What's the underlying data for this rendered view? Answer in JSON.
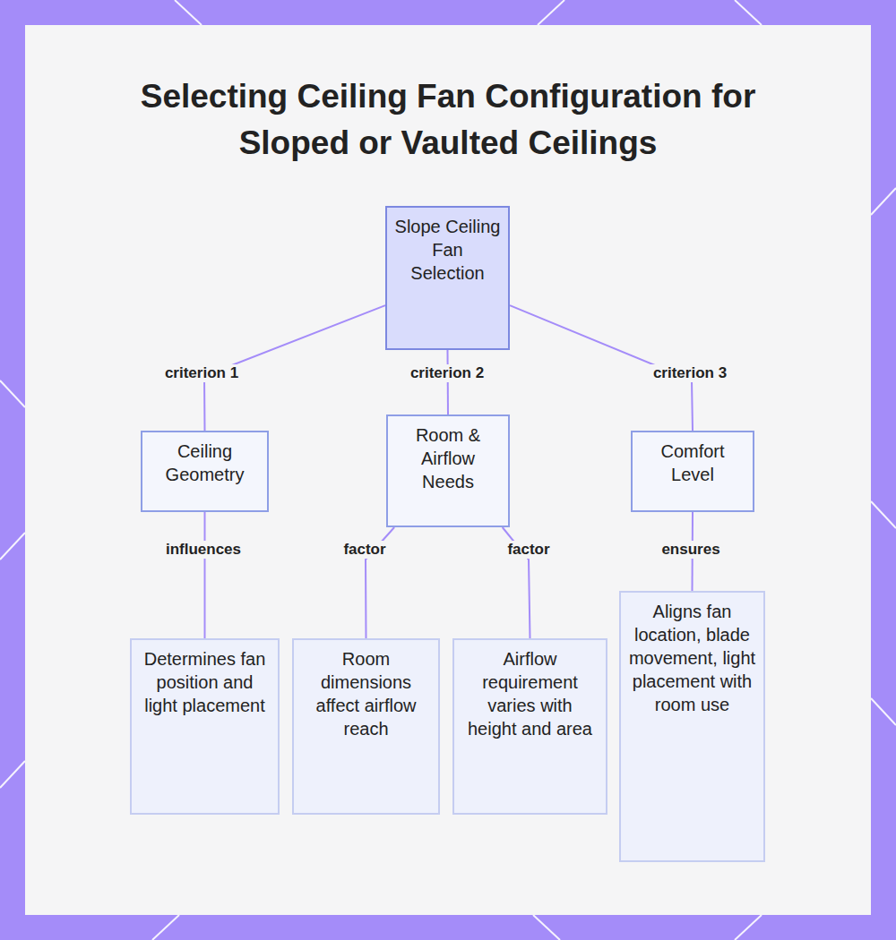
{
  "diagram": {
    "title": "Selecting Ceiling Fan Configuration for Sloped or Vaulted Ceilings",
    "nodes": [
      {
        "text": [
          "Slope Ceiling Fan Selection"
        ]
      },
      {
        "text": [
          "Ceiling Geometry"
        ]
      },
      {
        "text": [
          "Room & Airflow Needs"
        ]
      },
      {
        "text": [
          "Comfort Level"
        ]
      },
      {
        "text": [
          "Determines fan position and light placement"
        ]
      },
      {
        "text": [
          "Room dimensions affect airflow reach"
        ]
      },
      {
        "text": [
          "Airflow requirement varies with height and area"
        ]
      },
      {
        "text": [
          "Aligns fan location, blade movement, light placement with room use"
        ]
      }
    ],
    "edges": [
      {
        "from": 0,
        "to": 1,
        "label": "criterion 1",
        "arrow": "none"
      },
      {
        "from": 0,
        "to": 2,
        "label": "criterion 2",
        "arrow": "none"
      },
      {
        "from": 0,
        "to": 3,
        "label": "criterion 3",
        "arrow": "none"
      },
      {
        "from": 1,
        "to": 4,
        "label": "influences",
        "arrow": "none"
      },
      {
        "from": 2,
        "to": 5,
        "label": "factor",
        "arrow": "none"
      },
      {
        "from": 2,
        "to": 6,
        "label": "factor",
        "arrow": "none"
      },
      {
        "from": 3,
        "to": 7,
        "label": "ensures",
        "arrow": "none"
      }
    ]
  }
}
